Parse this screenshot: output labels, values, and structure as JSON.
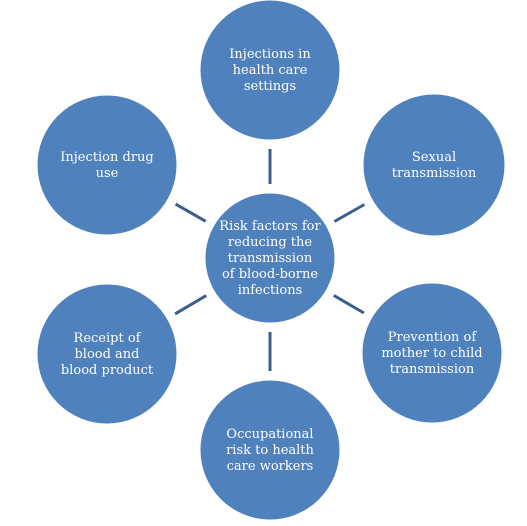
{
  "colors": {
    "node_fill": "#4F81BD",
    "connector": "#3B5E8C",
    "text": "#ffffff"
  },
  "center": {
    "lines": [
      "Risk factors for",
      "reducing the",
      "transmission",
      "of blood-borne",
      "infections"
    ]
  },
  "nodes": [
    {
      "lines": [
        "Injections in",
        "health care",
        "settings"
      ]
    },
    {
      "lines": [
        "Sexual",
        "transmission"
      ]
    },
    {
      "lines": [
        "Prevention of",
        "mother to child",
        "transmission"
      ]
    },
    {
      "lines": [
        "Occupational",
        "risk to health",
        "care workers"
      ]
    },
    {
      "lines": [
        "Receipt of",
        "blood and",
        "blood product"
      ]
    },
    {
      "lines": [
        "Injection drug",
        "use"
      ]
    }
  ]
}
